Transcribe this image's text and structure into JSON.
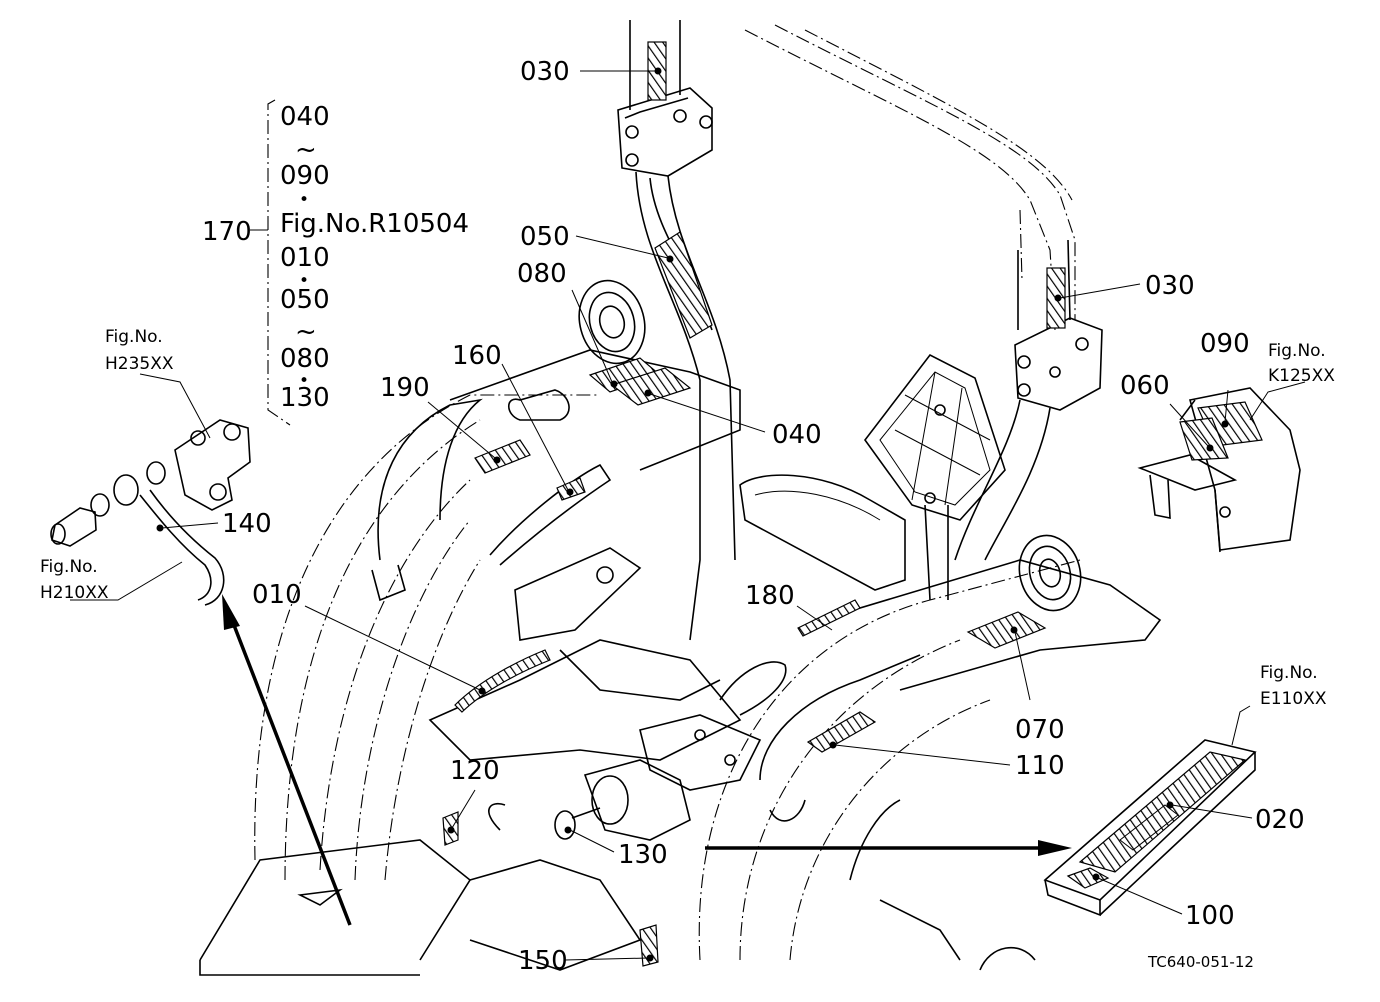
{
  "labels": {
    "l030a": "030",
    "l050": "050",
    "l080": "080",
    "l160": "160",
    "l190": "190",
    "l040": "040",
    "l030b": "030",
    "l090": "090",
    "l060": "060",
    "l140": "140",
    "l010": "010",
    "l180": "180",
    "l070": "070",
    "l110": "110",
    "l120": "120",
    "l130": "130",
    "l020": "020",
    "l100": "100",
    "l150": "150"
  },
  "callout170": {
    "number": "170",
    "lines": [
      "040",
      "~",
      "090",
      "•",
      "Fig.No.R10504",
      "010",
      "•",
      "050",
      "~",
      "080",
      "•",
      "130"
    ]
  },
  "figure_refs": {
    "h235": [
      "Fig.No.",
      "H235XX"
    ],
    "h210": [
      "Fig.No.",
      "H210XX"
    ],
    "k125": [
      "Fig.No.",
      "K125XX"
    ],
    "e110": [
      "Fig.No.",
      "E110XX"
    ]
  },
  "drawing_code": "TC640-051-12"
}
